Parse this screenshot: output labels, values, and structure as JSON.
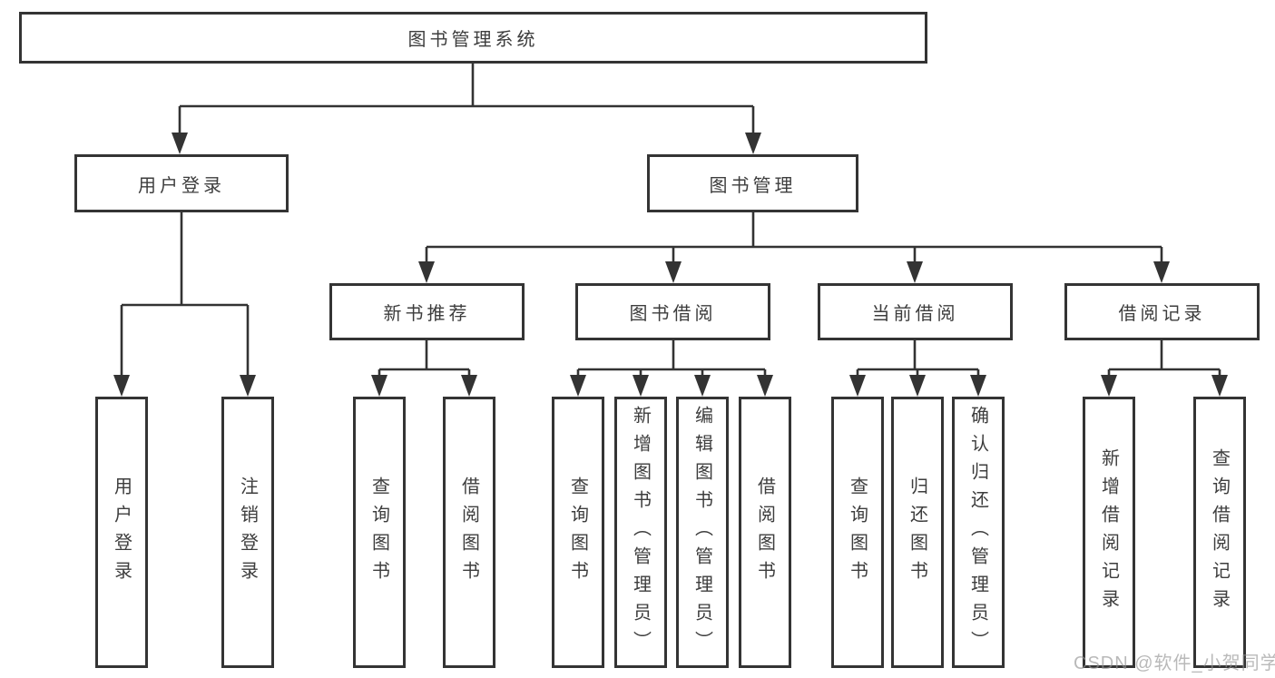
{
  "tree": {
    "root": {
      "label": "图书管理系统",
      "children": [
        {
          "label": "用户登录",
          "children": [
            {
              "label": "用户登录"
            },
            {
              "label": "注销登录"
            }
          ]
        },
        {
          "label": "图书管理",
          "children": [
            {
              "label": "新书推荐",
              "children": [
                {
                  "label": "查询图书"
                },
                {
                  "label": "借阅图书"
                }
              ]
            },
            {
              "label": "图书借阅",
              "children": [
                {
                  "label": "查询图书"
                },
                {
                  "label": "新增图书（管理员）"
                },
                {
                  "label": "编辑图书（管理员）"
                },
                {
                  "label": "借阅图书"
                }
              ]
            },
            {
              "label": "当前借阅",
              "children": [
                {
                  "label": "查询图书"
                },
                {
                  "label": "归还图书"
                },
                {
                  "label": "确认归还（管理员）"
                }
              ]
            },
            {
              "label": "借阅记录",
              "children": [
                {
                  "label": "新增借阅记录"
                },
                {
                  "label": "查询借阅记录"
                }
              ]
            }
          ]
        }
      ]
    }
  },
  "watermark": {
    "text": "CSDN @软件_小贺同学"
  },
  "colors": {
    "line": "#333333",
    "box_border": "#343434",
    "text": "#3d3d3d",
    "watermark_text": "#949494",
    "background": "#ffffff"
  }
}
